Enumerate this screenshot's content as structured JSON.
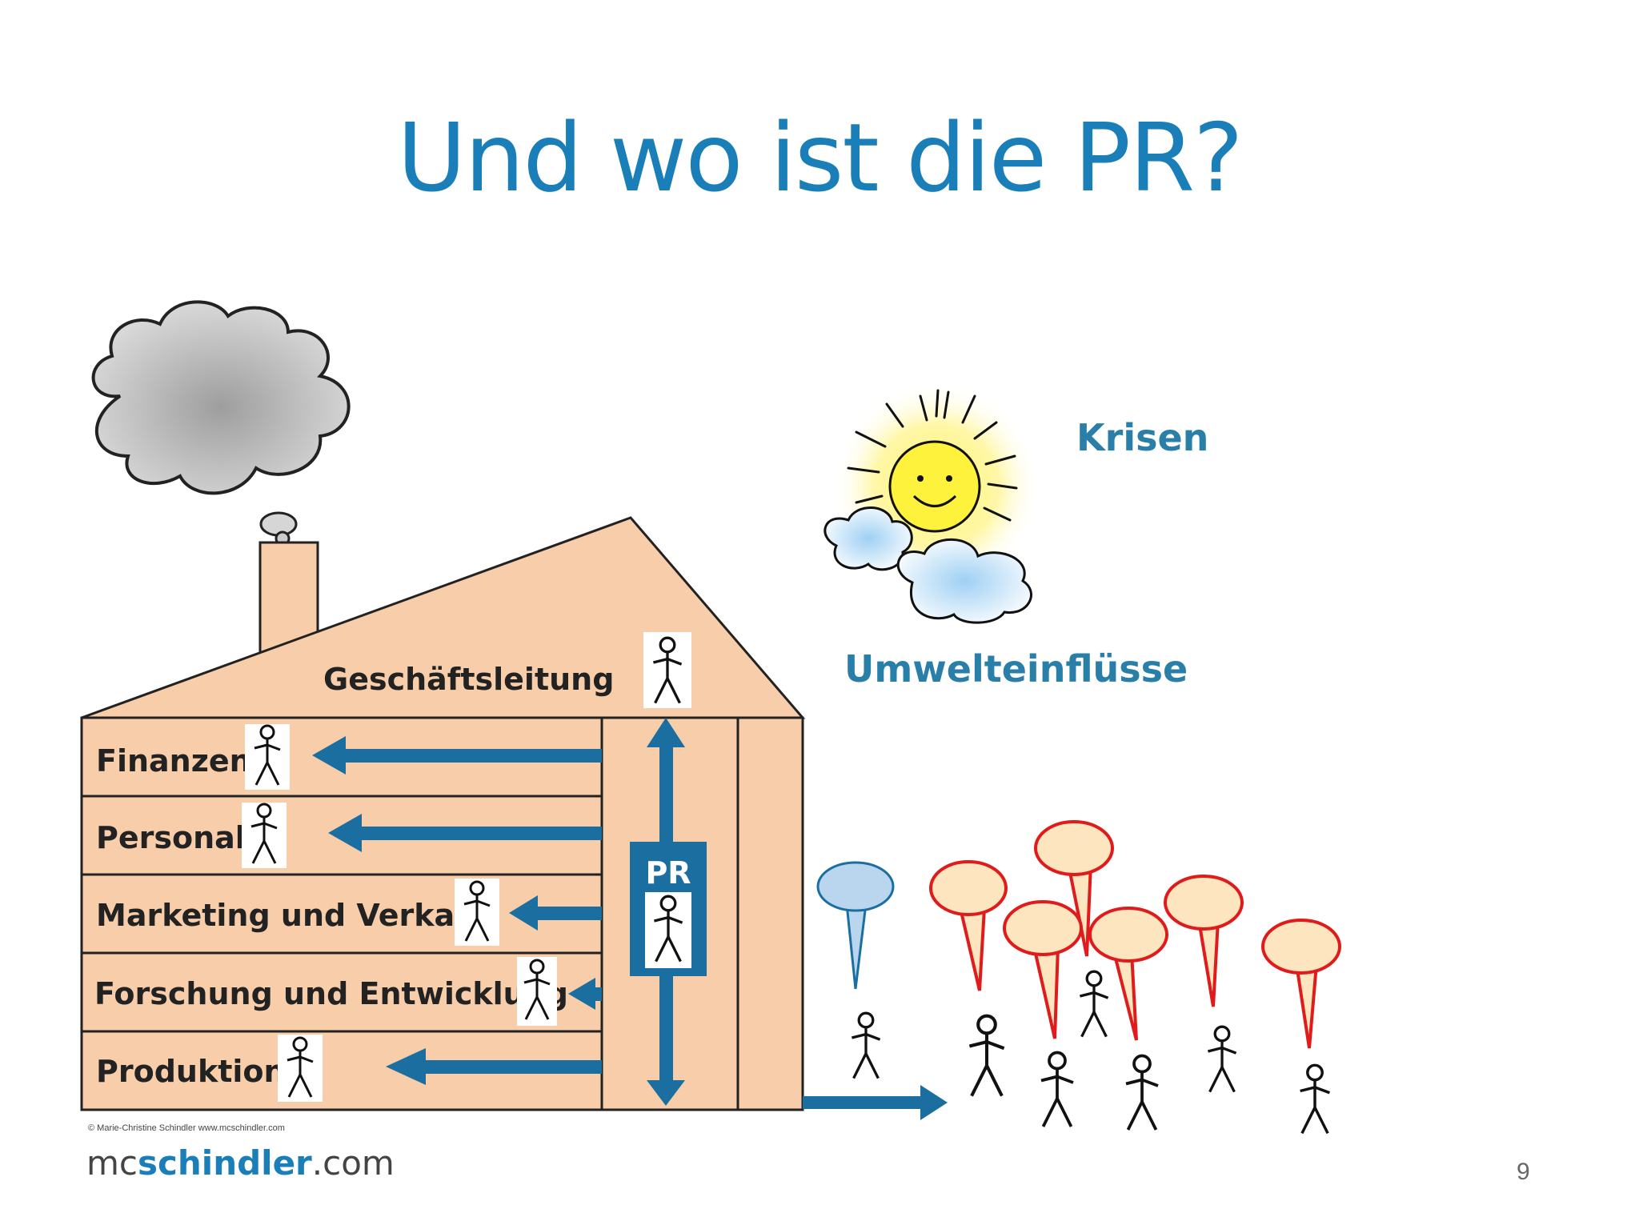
{
  "slide": {
    "title": "Und wo ist die PR?",
    "page_number": "9"
  },
  "house": {
    "roof_label": "Geschäftsleitung",
    "departments": [
      {
        "label": "Finanzen"
      },
      {
        "label": "Personal"
      },
      {
        "label": "Marketing und Verkauf"
      },
      {
        "label": "Forschung und Entwicklung"
      },
      {
        "label": "Produktion"
      }
    ],
    "pr_label": "PR"
  },
  "environment": {
    "crisis_label": "Krisen",
    "influence_label": "Umwelteinflüsse"
  },
  "credit": {
    "copyright": "© Marie-Christine Schindler www.mcschindler.com",
    "logo_prefix": "mc",
    "logo_brand": "schindler",
    "logo_suffix": ".com"
  },
  "colors": {
    "title": "#1a7fb8",
    "house_fill": "#f8cdaa",
    "arrow": "#1a6fa0",
    "pr_box": "#1a6fa0",
    "red_bubble": "#e01b1b",
    "bubble_fill": "#fde6bf",
    "blue_bubble": "#b9d6ee"
  },
  "icons": [
    "cloud-icon",
    "sun-icon",
    "stick-figure-icon",
    "speech-bubble-icon",
    "arrow-icon"
  ]
}
